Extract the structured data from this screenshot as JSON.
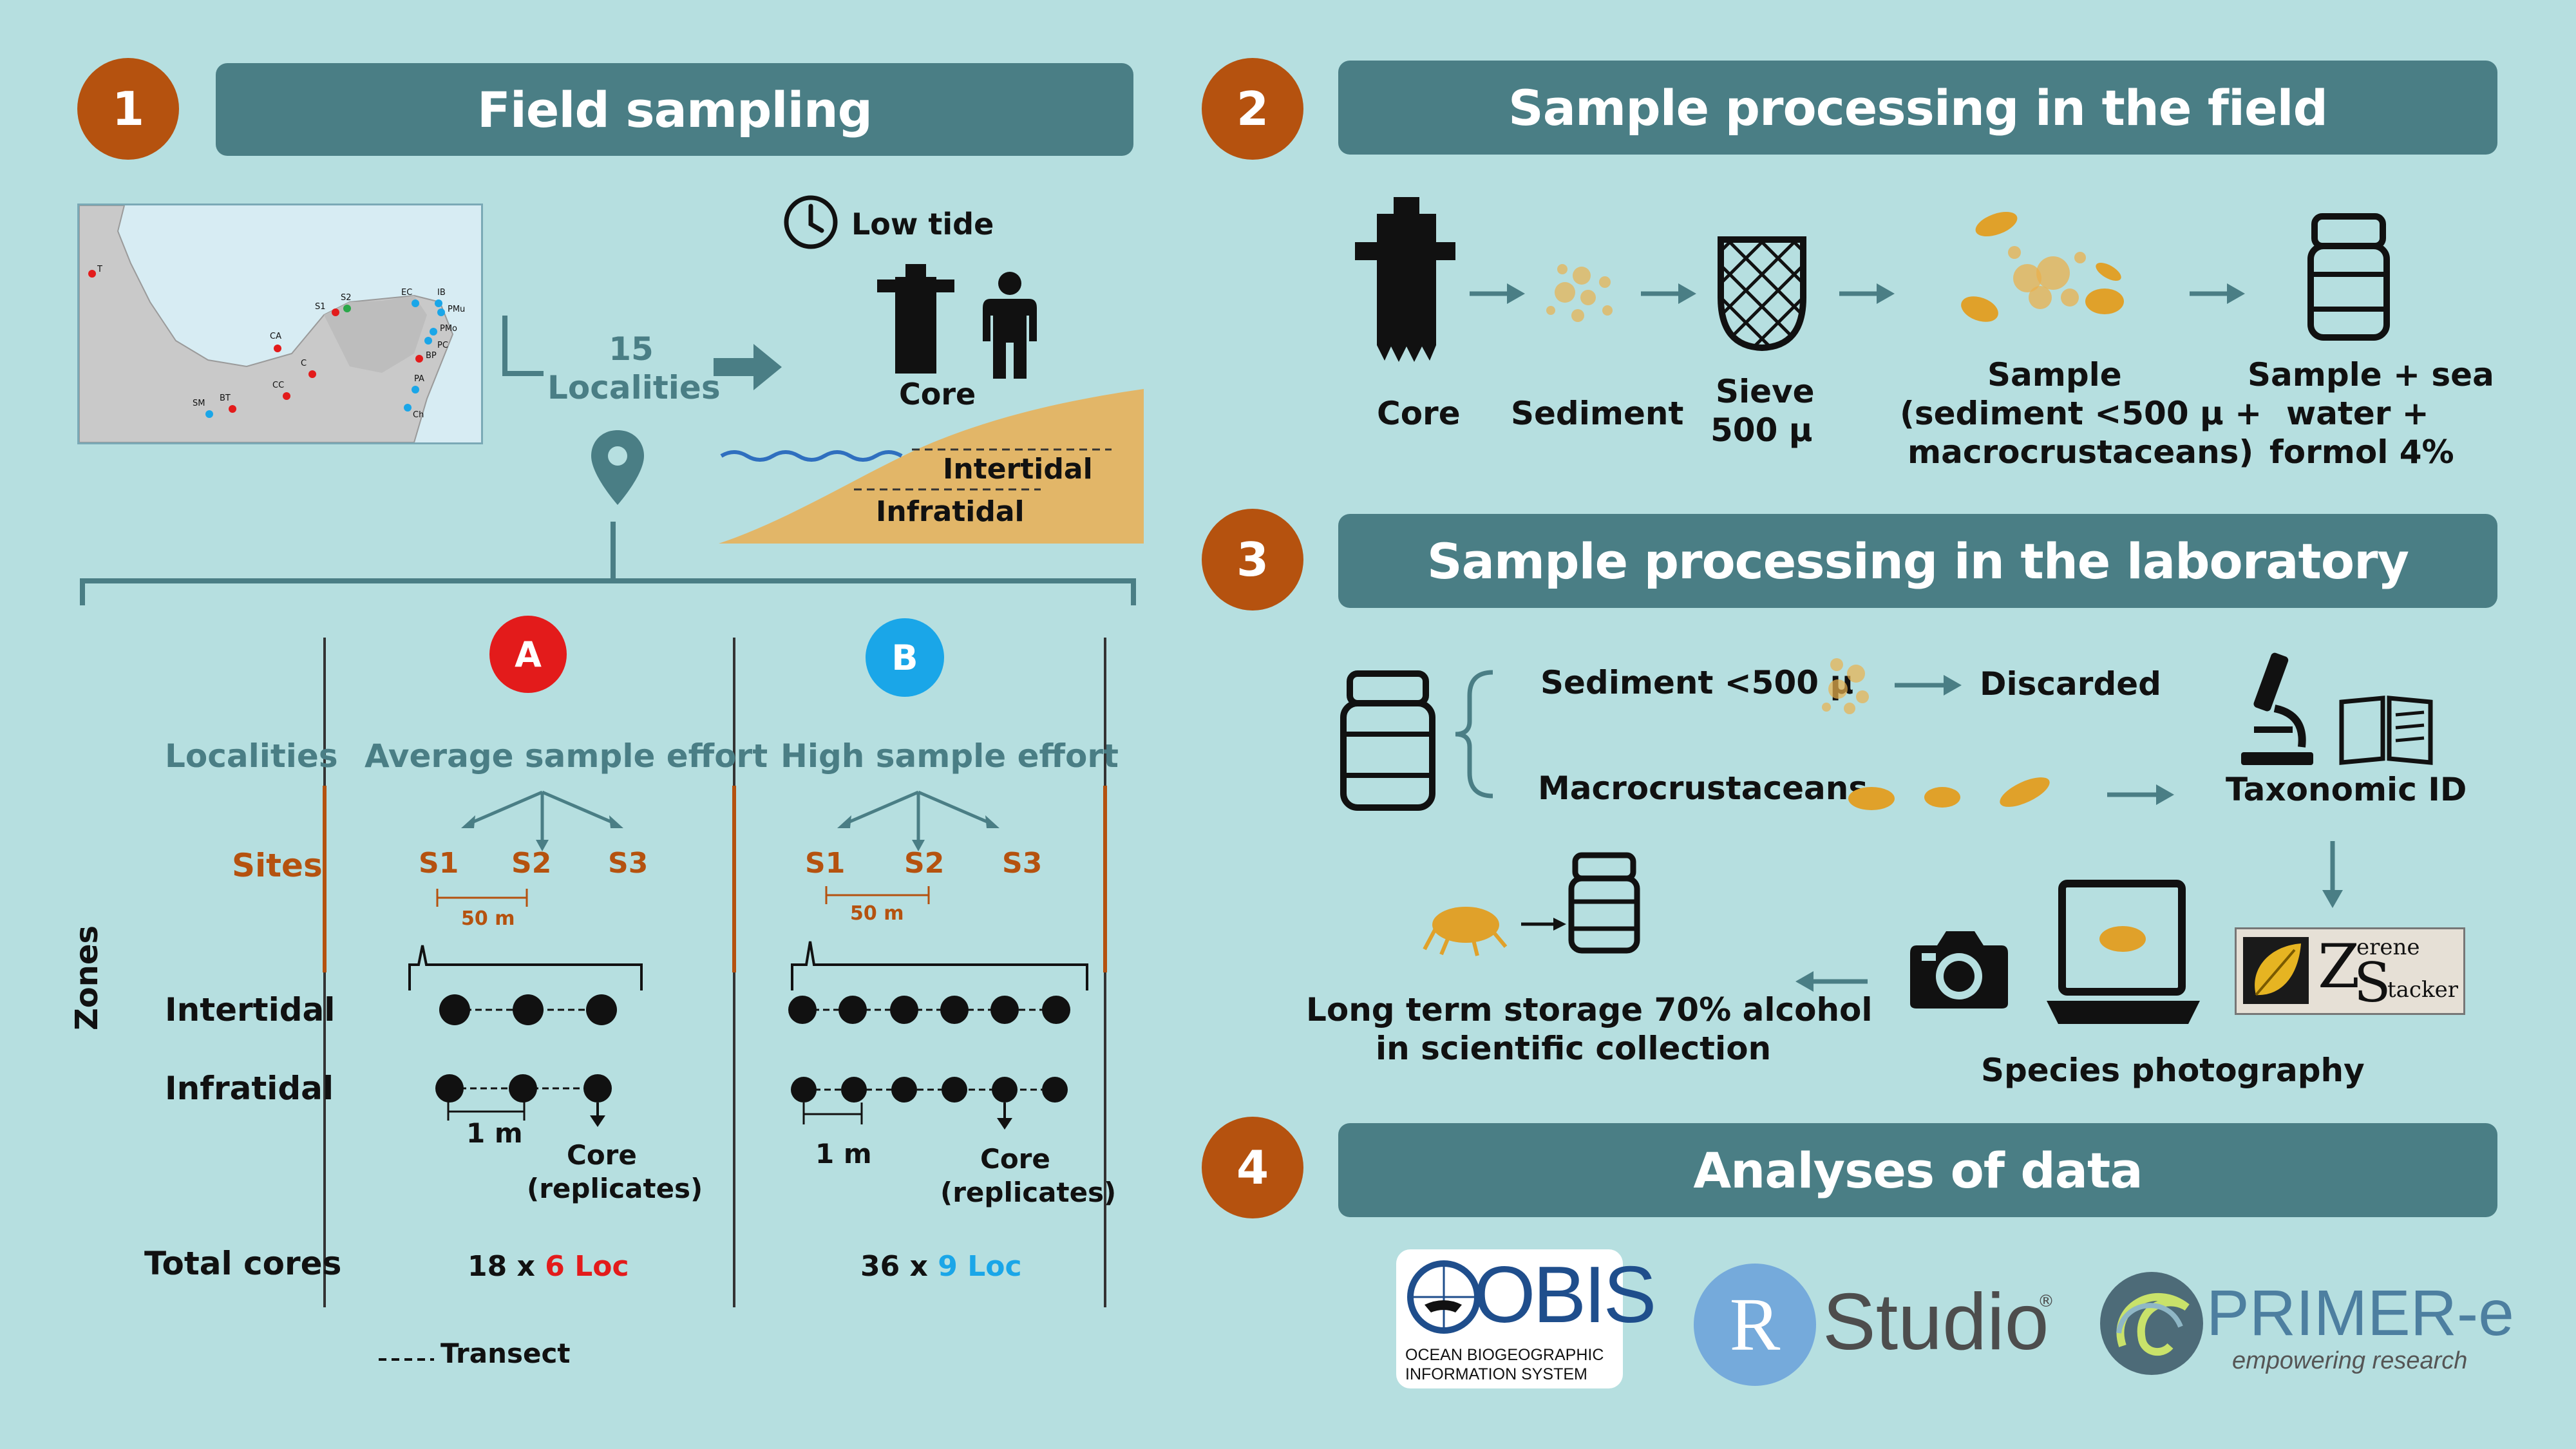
{
  "step1": {
    "number": "1",
    "title": "Field sampling"
  },
  "step2": {
    "number": "2",
    "title": "Sample processing in the field"
  },
  "step3": {
    "number": "3",
    "title": "Sample processing in the laboratory"
  },
  "step4": {
    "number": "4",
    "title": "Analyses of data"
  },
  "map": {
    "sites": [
      {
        "label": "T",
        "color": "#e31b1b"
      },
      {
        "label": "S1",
        "color": "#e31b1b"
      },
      {
        "label": "S2",
        "color": "#2aa84a"
      },
      {
        "label": "CA",
        "color": "#e31b1b"
      },
      {
        "label": "C",
        "color": "#e31b1b"
      },
      {
        "label": "CC",
        "color": "#e31b1b"
      },
      {
        "label": "BT",
        "color": "#e31b1b"
      },
      {
        "label": "SM",
        "color": "#1aa6e8"
      },
      {
        "label": "EC",
        "color": "#1aa6e8"
      },
      {
        "label": "IB",
        "color": "#1aa6e8"
      },
      {
        "label": "PMu",
        "color": "#1aa6e8"
      },
      {
        "label": "PMo",
        "color": "#1aa6e8"
      },
      {
        "label": "PC",
        "color": "#1aa6e8"
      },
      {
        "label": "BP",
        "color": "#e31b1b"
      },
      {
        "label": "PA",
        "color": "#1aa6e8"
      },
      {
        "label": "Ch",
        "color": "#1aa6e8"
      }
    ]
  },
  "localities": {
    "count": "15",
    "label": "Localities"
  },
  "low_tide": "Low tide",
  "core_label": "Core",
  "intertidal": "Intertidal",
  "infratidal": "Infratidal",
  "design": {
    "row_localities": "Localities",
    "row_sites": "Sites",
    "zones": "Zones",
    "row_intertidal": "Intertidal",
    "row_infratidal": "Infratidal",
    "row_total": "Total cores",
    "transect_legend": "Transect",
    "a": {
      "badge": "A",
      "effort": "Average sample effort",
      "s1": "S1",
      "s2": "S2",
      "s3": "S3",
      "distance": "50 m",
      "spacing": "1 m",
      "core_line1": "Core",
      "core_line2": "(replicates)",
      "total_prefix": "18 x",
      "total_loc": "6 Loc"
    },
    "b": {
      "badge": "B",
      "effort": "High sample effort",
      "s1": "S1",
      "s2": "S2",
      "s3": "S3",
      "distance": "50 m",
      "spacing": "1 m",
      "core_line1": "Core",
      "core_line2": "(replicates)",
      "total_prefix": "36 x",
      "total_loc": "9 Loc"
    }
  },
  "field_steps": {
    "core": "Core",
    "sediment": "Sediment",
    "sieve_line1": "Sieve",
    "sieve_line2": "500 µ",
    "sample_line1": "Sample",
    "sample_line2": "(sediment <500 µ +",
    "sample_line3": "macrocrustaceans)",
    "jar_line1": "Sample + sea",
    "jar_line2": "water +",
    "jar_line3": "formol 4%"
  },
  "lab": {
    "sediment": "Sediment <500 µ",
    "discarded": "Discarded",
    "macro": "Macrocrustaceans",
    "taxonomic": "Taxonomic ID",
    "storage_line1": "Long term storage 70% alcohol",
    "storage_line2": "in scientific collection",
    "photography": "Species photography",
    "zerene_z": "Z",
    "zerene_top": "erene",
    "zerene_s": "S",
    "zerene_bottom": "tacker"
  },
  "analysis": {
    "obis_name": "OBIS",
    "obis_line1": "OCEAN BIOGEOGRAPHIC",
    "obis_line2": "INFORMATION SYSTEM",
    "r_letter": "R",
    "studio": "Studio",
    "registered": "®",
    "primer": "PRIMER-e",
    "primer_tagline": "empowering research"
  },
  "colors": {
    "banner": "#4a7e85",
    "number": "#b5520f",
    "background": "#b6dfe0",
    "sand": "#e2b668",
    "animal": "#e0a12a",
    "red": "#e31b1b",
    "blue": "#1aa6e8"
  }
}
